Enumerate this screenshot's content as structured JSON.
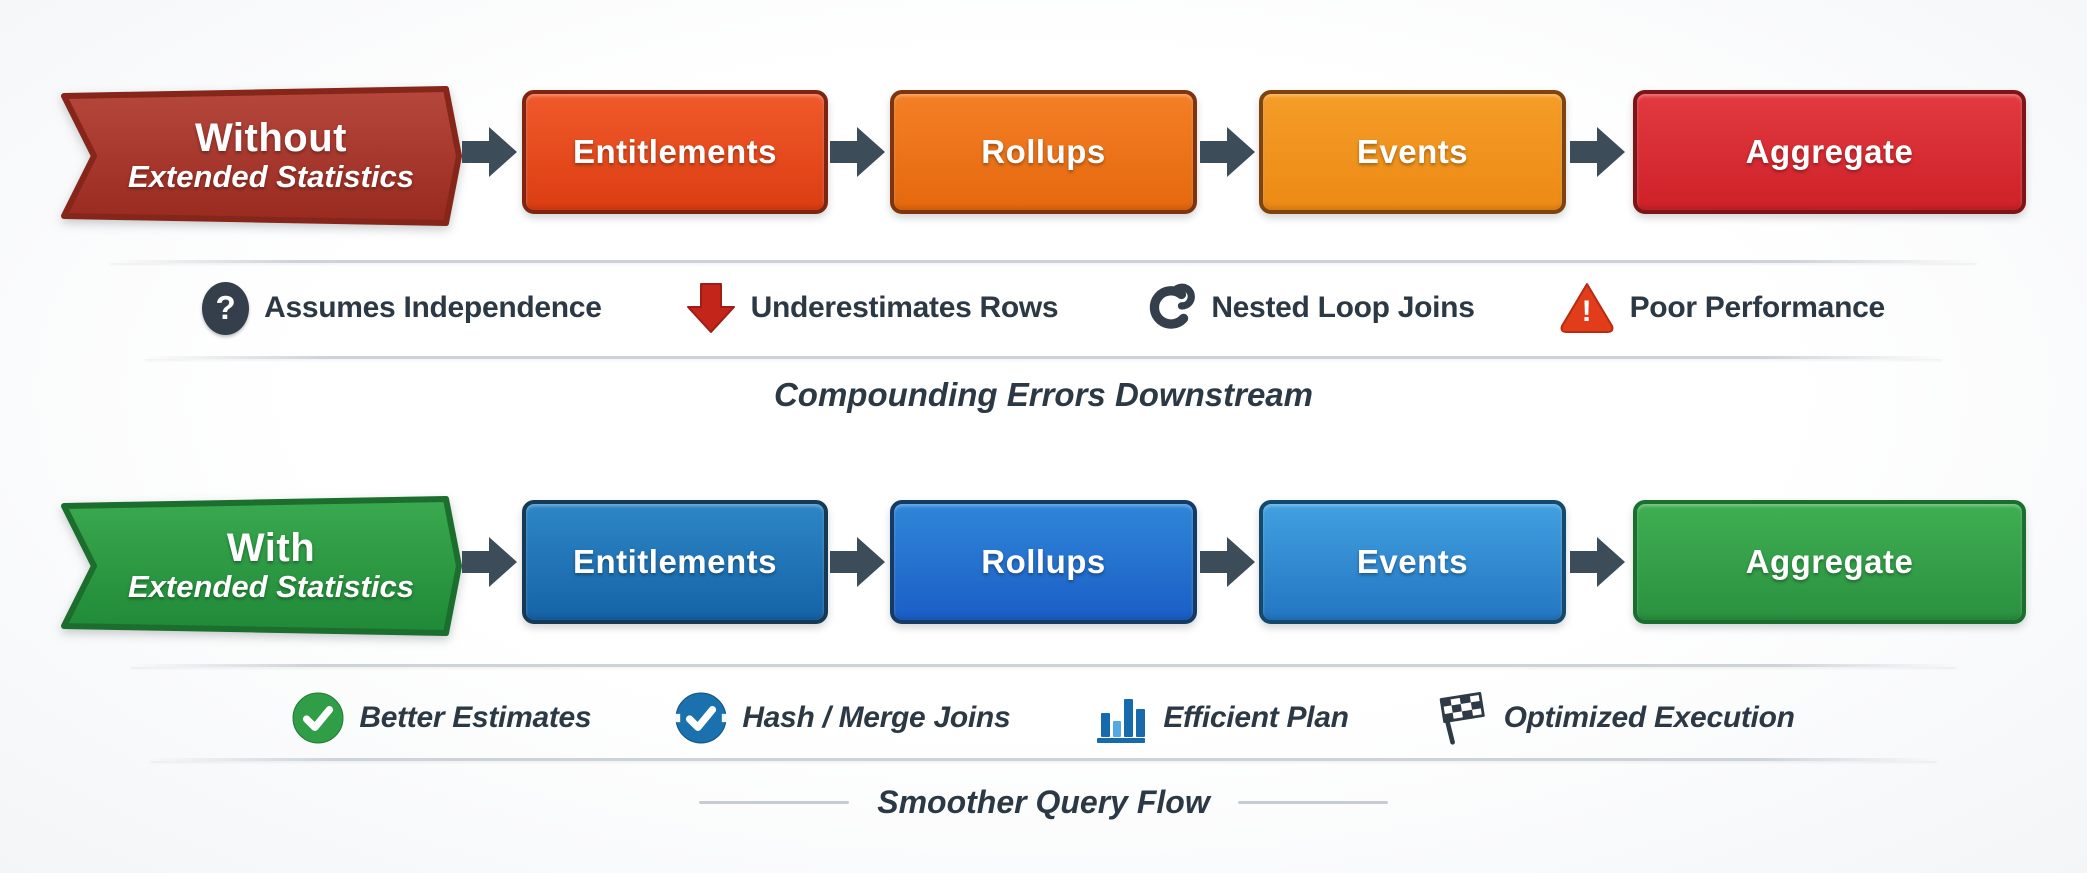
{
  "colors": {
    "arrow": "#3c4c59",
    "text_dark": "#2c3945",
    "separator": "#cdd3d9",
    "banner_without_red": "#a33226",
    "banner_with_green": "#2d9a43",
    "entitlements_top": "#e54a1e",
    "rollups_top": "#ec7318",
    "events_top": "#f0941e",
    "aggregate_top": "#d62c32",
    "entitlements_bottom": "#2175b6",
    "rollups_bottom": "#2572cf",
    "events_bottom": "#328bd1",
    "aggregate_bottom": "#34a249",
    "down_arrow_red": "#c3251b",
    "warning_orange": "#e23d1b",
    "check_green": "#2f9e47",
    "check_blue": "#1a71ad",
    "bar_dark_blue": "#176aab",
    "bar_light_blue": "#55a9e2"
  },
  "flows": [
    {
      "banner": {
        "title": "Without",
        "subtitle": "Extended Statistics"
      },
      "steps": [
        {
          "label": "Entitlements"
        },
        {
          "label": "Rollups"
        },
        {
          "label": "Events"
        },
        {
          "label": "Aggregate"
        }
      ],
      "annotations": [
        {
          "icon": "question-circle-icon",
          "glyph": "?",
          "label": "Assumes Independence"
        },
        {
          "icon": "down-arrow-icon",
          "label": "Underestimates Rows"
        },
        {
          "icon": "nested-loop-icon",
          "label": "Nested Loop Joins"
        },
        {
          "icon": "warning-triangle-icon",
          "glyph": "!",
          "label": "Poor Performance"
        }
      ],
      "caption": "Compounding Errors Downstream"
    },
    {
      "banner": {
        "title": "With",
        "subtitle": "Extended Statistics"
      },
      "steps": [
        {
          "label": "Entitlements"
        },
        {
          "label": "Rollups"
        },
        {
          "label": "Events"
        },
        {
          "label": "Aggregate"
        }
      ],
      "annotations": [
        {
          "icon": "check-circle-green-icon",
          "label": "Better Estimates"
        },
        {
          "icon": "check-circle-blue-icon",
          "label": "Hash / Merge Joins"
        },
        {
          "icon": "bar-chart-icon",
          "label": "Efficient Plan"
        },
        {
          "icon": "checkered-flag-icon",
          "label": "Optimized Execution"
        }
      ],
      "caption": "Smoother Query Flow"
    }
  ]
}
